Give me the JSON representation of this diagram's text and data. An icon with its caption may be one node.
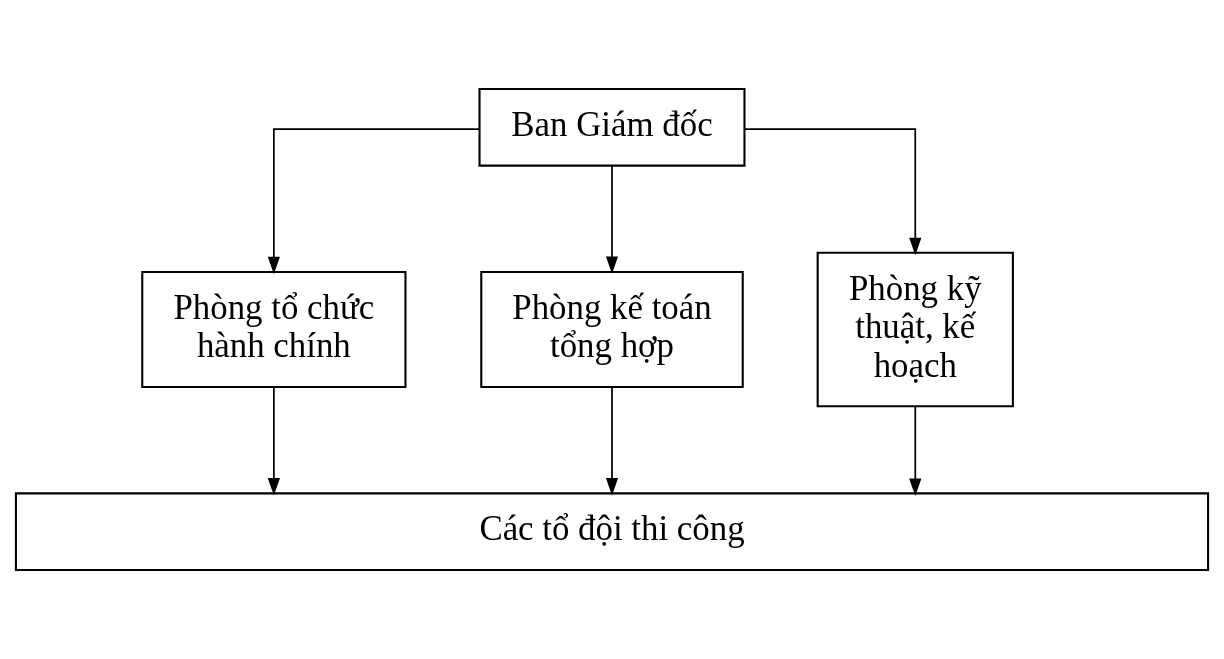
{
  "diagram": {
    "nodes": [
      {
        "text": [
          "Ban Giám đốc"
        ]
      },
      {
        "text": [
          "Phòng tổ chức hành chính"
        ]
      },
      {
        "text": [
          "Phòng kế toán tổng hợp"
        ]
      },
      {
        "text": [
          "Phòng kỹ thuật, kế hoạch"
        ]
      },
      {
        "text": [
          "Các tổ đội thi công"
        ]
      }
    ],
    "edges": [
      {
        "from": 0,
        "to": 1,
        "arrow": "to"
      },
      {
        "from": 0,
        "to": 2,
        "arrow": "to"
      },
      {
        "from": 0,
        "to": 3,
        "arrow": "to"
      },
      {
        "from": 1,
        "to": 4,
        "arrow": "to"
      },
      {
        "from": 2,
        "to": 4,
        "arrow": "to"
      },
      {
        "from": 3,
        "to": 4,
        "arrow": "to"
      }
    ]
  }
}
